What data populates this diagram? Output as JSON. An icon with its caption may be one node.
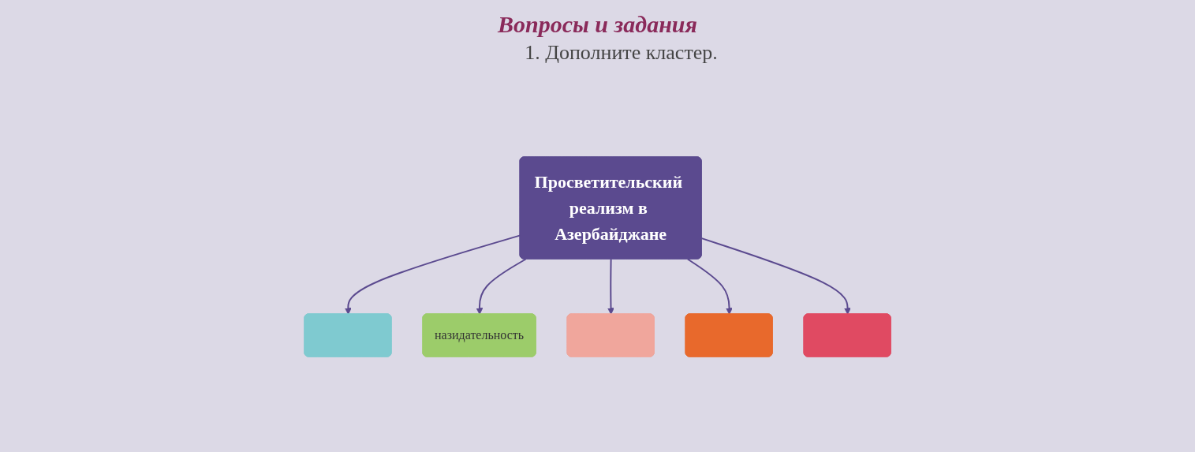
{
  "diagram": {
    "title": "Вопросы и задания",
    "nodes": [
      {
        "text": [
          "Просветительский реализм в Азербайджане"
        ]
      },
      {
        "text": [],
        "shape": "box"
      },
      {
        "text": [
          "назидательность"
        ]
      },
      {
        "text": [],
        "shape": "box"
      },
      {
        "text": [],
        "shape": "box"
      },
      {
        "text": [],
        "shape": "box"
      }
    ],
    "edges": [
      {
        "from": 0,
        "to": 1,
        "arrow": "to"
      },
      {
        "from": 0,
        "to": 2,
        "arrow": "to"
      },
      {
        "from": 0,
        "to": 3,
        "arrow": "to"
      },
      {
        "from": 0,
        "to": 4,
        "arrow": "to"
      },
      {
        "from": 0,
        "to": 5,
        "arrow": "to"
      }
    ],
    "labels": [
      "1. Дополните кластер."
    ]
  }
}
